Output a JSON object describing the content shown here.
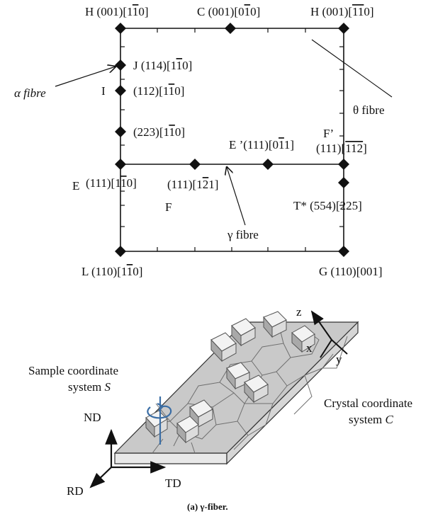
{
  "odf": {
    "points": {
      "H1": {
        "prefix": "H (001)[1",
        "bar": "1",
        "suffix": "0]"
      },
      "C": {
        "prefix": "C (001)[0",
        "bar": "1",
        "suffix": "0]"
      },
      "H2": {
        "prefix": "H (001)[",
        "bar": "11",
        "suffix": "0]"
      },
      "J": {
        "prefix": "J (114)[1",
        "bar": "1",
        "suffix": "0]"
      },
      "I_letter": "I",
      "I": {
        "prefix": "(112)[1",
        "bar": "1",
        "suffix": "0]"
      },
      "p223": {
        "prefix": "(223)[1",
        "bar": "1",
        "suffix": "0]"
      },
      "Eprime": {
        "prefix": "E ’(111)[0",
        "bar": "1",
        "suffix": "1]"
      },
      "Fprime_letter": "F’",
      "Fprime": {
        "prefix": "(111)[",
        "bar": "112",
        "suffix": "]"
      },
      "E": {
        "prefix": "E",
        "mid": " (111)[1",
        "bar": "1",
        "suffix": "0]"
      },
      "p121": {
        "prefix": "(111)[1",
        "bar": "2",
        "suffix": "1]"
      },
      "F_letter": "F",
      "Tstar": {
        "prefix": "T* (554)[225]"
      },
      "L": {
        "prefix": "L (110)[1",
        "bar": "1",
        "suffix": "0]"
      },
      "G": {
        "prefix": "G (110)[001]"
      }
    },
    "fibres": {
      "alpha": "α fibre",
      "theta": "θ fibre",
      "gamma": "γ fibre"
    }
  },
  "schematic": {
    "sample_line1": "Sample coordinate",
    "sample_line2_pre": "system ",
    "sample_line2_sym": "S",
    "crystal_line1": "Crystal coordinate",
    "crystal_line2_pre": "system ",
    "crystal_line2_sym": "C",
    "axis_nd": "ND",
    "axis_rd": "RD",
    "axis_td": "TD",
    "axis_x": "x",
    "axis_y": "y",
    "axis_z": "z",
    "caption": "(a) γ-fiber."
  },
  "colors": {
    "line": "#111111",
    "plate_top": "#c9c9c9",
    "plate_side": "#e8e8e8",
    "cube_light": "#f3f3f3",
    "cube_dark": "#a9a9a9",
    "rotation_arrow": "#3b6ea5"
  }
}
